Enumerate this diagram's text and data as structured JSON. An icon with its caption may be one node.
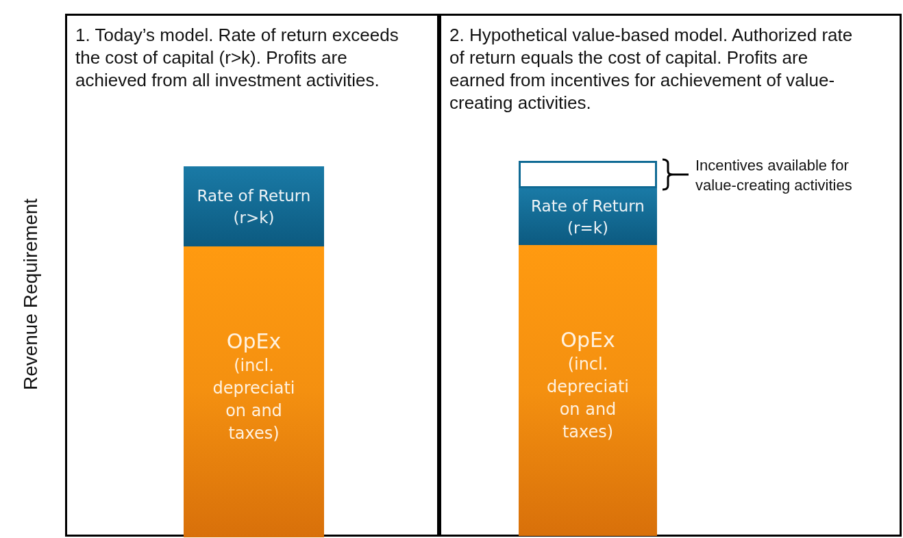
{
  "diagram": {
    "nodes": [
      {
        "text": [
          "1. Today’s model. Rate of return exceeds the cost of capital (r>k). Profits are achieved from all investment activities."
        ]
      },
      {
        "text": [
          "Rate of Return (r>k)"
        ],
        "in": 0
      },
      {
        "text": [
          "OpEx",
          "(incl. depreciati on and taxes)"
        ],
        "in": 0
      },
      {
        "text": [
          "2. Hypothetical value-based model. Authorized rate of return equals the cost of capital. Profits are earned from incentives for achievement of value-creating activities."
        ]
      },
      {
        "text": [],
        "shape": "box",
        "in": 3,
        "beside": [
          "Incentives available for value-creating activities"
        ]
      },
      {
        "text": [
          "Rate of Return (r=k)"
        ],
        "in": 3
      },
      {
        "text": [
          "OpEx",
          "(incl. depreciati on and taxes)"
        ],
        "in": 3
      }
    ],
    "labels": [
      "Revenue Requirement"
    ]
  }
}
